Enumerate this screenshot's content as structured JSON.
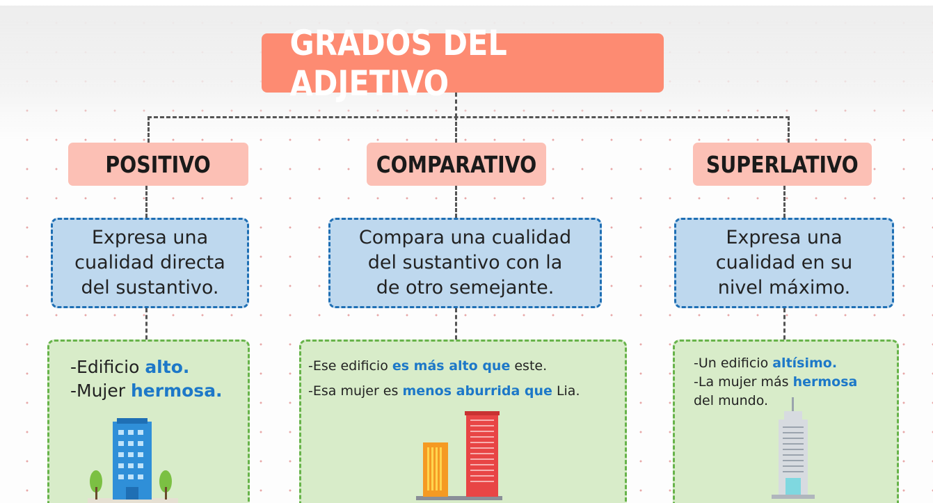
{
  "title": "GRADOS DEL ADJETIVO",
  "categories": [
    {
      "heading": "POSITIVO",
      "definition": [
        "Expresa una",
        "cualidad directa",
        "del sustantivo."
      ],
      "examples": [
        {
          "before": "-Edificio ",
          "highlight": "alto.",
          "after": ""
        },
        {
          "before": "-Mujer ",
          "highlight": "hermosa.",
          "after": ""
        }
      ],
      "illustration": "building-with-trees-icon"
    },
    {
      "heading": "COMPARATIVO",
      "definition": [
        "Compara una cualidad",
        "del sustantivo con la",
        "de otro semejante."
      ],
      "examples": [
        {
          "before": "-Ese edificio ",
          "highlight": "es más alto que",
          "after": " este."
        },
        {
          "before": "-Esa mujer es ",
          "highlight": "menos aburrida que",
          "after": " Lia."
        }
      ],
      "illustration": "two-buildings-icon"
    },
    {
      "heading": "SUPERLATIVO",
      "definition": [
        "Expresa una",
        "cualidad en su",
        "nivel máximo."
      ],
      "examples": [
        {
          "before": "-Un edificio ",
          "highlight": "altísimo.",
          "after": ""
        },
        {
          "before": "-La mujer más ",
          "highlight": "hermosa",
          "after": ""
        },
        {
          "before": "del mundo.",
          "highlight": "",
          "after": ""
        }
      ],
      "illustration": "skyscraper-icon"
    }
  ],
  "colors": {
    "title_bg": "#fd8b72",
    "category_bg": "#fcc0b5",
    "definition_bg": "#bed8ee",
    "definition_border": "#1f6fb4",
    "example_bg": "#d8ecc9",
    "example_border": "#67b34a",
    "highlight": "#1d78c8"
  }
}
